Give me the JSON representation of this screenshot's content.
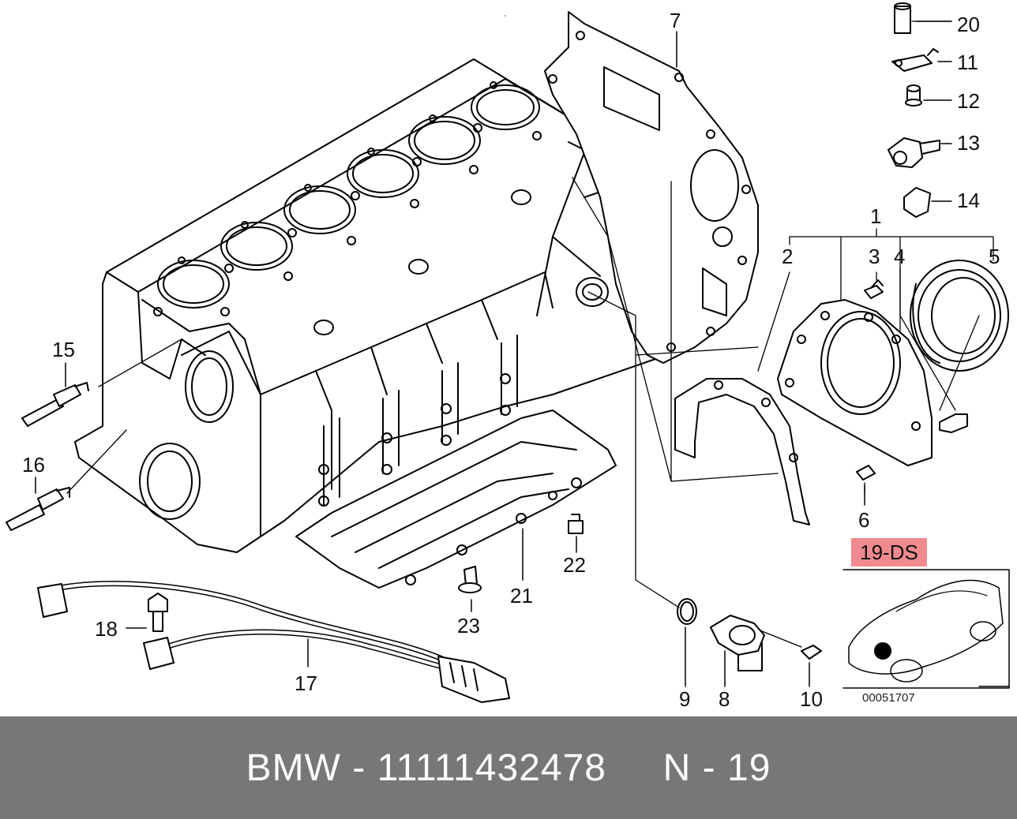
{
  "diagram": {
    "callouts": [
      "1",
      "2",
      "3",
      "4",
      "5",
      "6",
      "7",
      "8",
      "9",
      "10",
      "11",
      "12",
      "13",
      "14",
      "15",
      "16",
      "17",
      "18",
      "20",
      "21",
      "22",
      "23"
    ],
    "group_code": "19-DS",
    "image_code": "00051707"
  },
  "footer": {
    "brand": "BMW",
    "separator": "-",
    "part_number": "11111432478",
    "group": "N - 19"
  },
  "colors": {
    "footer_bg": "#777777",
    "group_tag_bg": "#f08a8f",
    "line": "#000000"
  }
}
